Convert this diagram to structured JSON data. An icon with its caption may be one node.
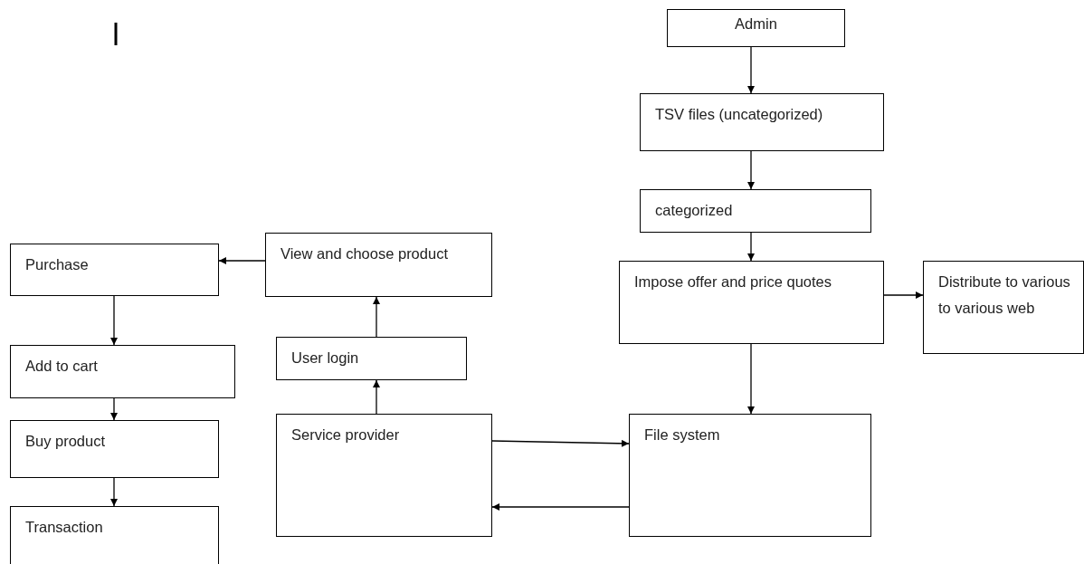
{
  "diagram": {
    "nodes": [
      {
        "text": [
          "Admin"
        ]
      },
      {
        "text": [
          "TSV files (uncategorized)"
        ]
      },
      {
        "text": [
          "categorized"
        ]
      },
      {
        "text": [
          "Impose offer and price quotes"
        ]
      },
      {
        "text": [
          "Distribute to various to various web"
        ]
      },
      {
        "text": [
          "Purchase"
        ]
      },
      {
        "text": [
          "View and choose product"
        ]
      },
      {
        "text": [
          "Add to cart"
        ]
      },
      {
        "text": [
          "User login"
        ]
      },
      {
        "text": [
          "Buy product"
        ]
      },
      {
        "text": [
          "Service provider"
        ]
      },
      {
        "text": [
          "File system"
        ]
      },
      {
        "text": [
          "Transaction"
        ]
      }
    ],
    "edges": [
      {
        "from": 0,
        "to": 1,
        "arrow": "to"
      },
      {
        "from": 1,
        "to": 2,
        "arrow": "to"
      },
      {
        "from": 2,
        "to": 3,
        "arrow": "to"
      },
      {
        "from": 3,
        "to": 4,
        "arrow": "to"
      },
      {
        "from": 3,
        "to": 11,
        "arrow": "to"
      },
      {
        "from": 6,
        "to": 5,
        "arrow": "to"
      },
      {
        "from": 5,
        "to": 7,
        "arrow": "to"
      },
      {
        "from": 7,
        "to": 9,
        "arrow": "to"
      },
      {
        "from": 9,
        "to": 12,
        "arrow": "to"
      },
      {
        "from": 8,
        "to": 6,
        "arrow": "to"
      },
      {
        "from": 10,
        "to": 8,
        "arrow": "to"
      },
      {
        "from": 10,
        "to": 11,
        "arrow": "to"
      },
      {
        "from": 11,
        "to": 10,
        "arrow": "to"
      }
    ]
  }
}
